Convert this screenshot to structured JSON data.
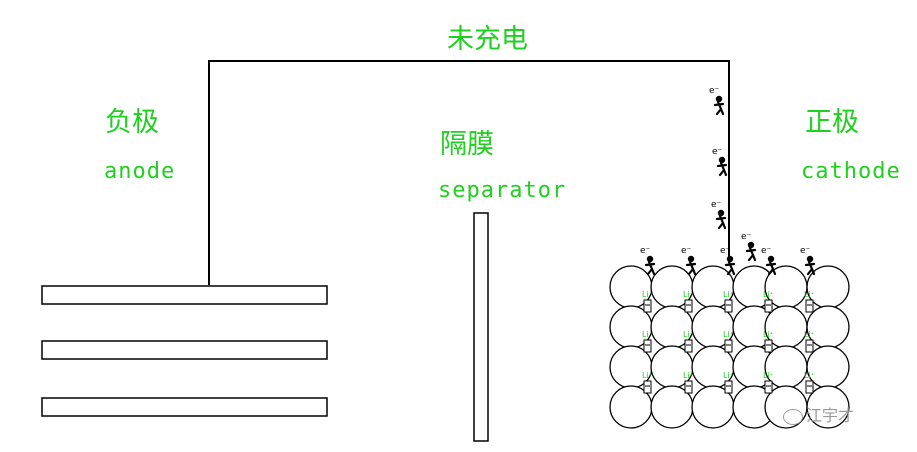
{
  "title": "未充电",
  "anode": {
    "cn": "负极",
    "en": "anode"
  },
  "separator": {
    "cn": "隔膜",
    "en": "separator"
  },
  "cathode": {
    "cn": "正极",
    "en": "cathode"
  },
  "electron_label": "e⁻",
  "ion_label": "Li⁺",
  "watermark": "江宇才",
  "colors": {
    "label": "#1fd01f",
    "line": "#000000"
  }
}
